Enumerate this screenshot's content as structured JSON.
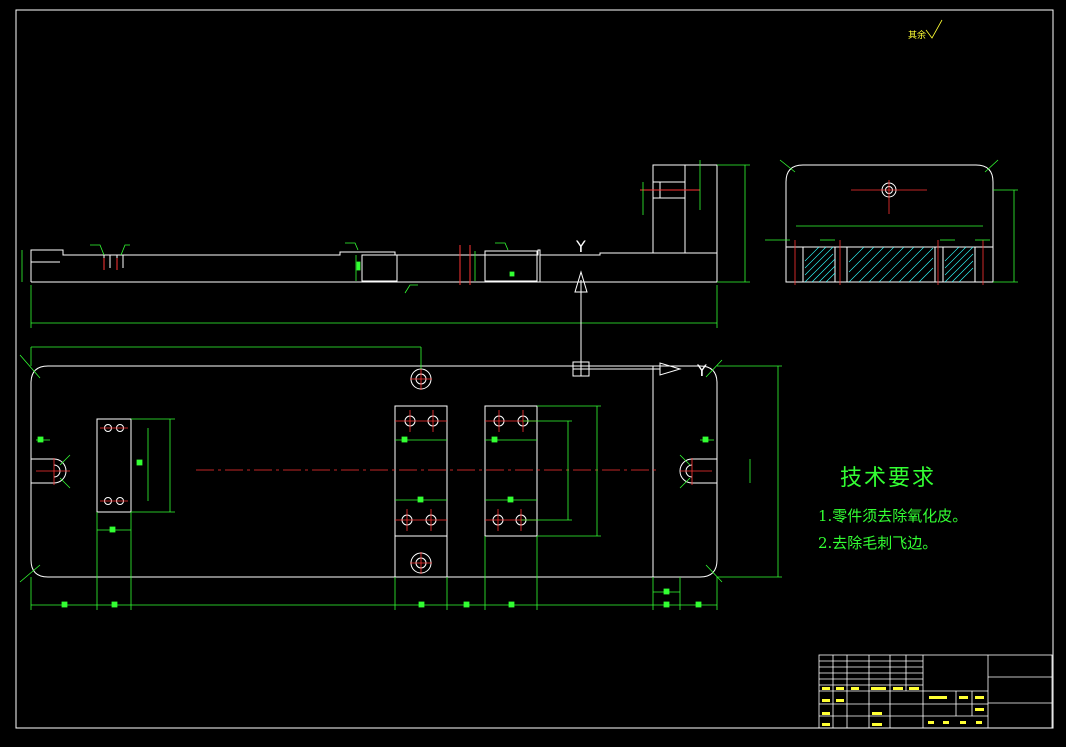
{
  "technical_requirements": {
    "title": "技术要求",
    "items": [
      "1.零件须去除氧化皮。",
      "2.去除毛刺飞边。"
    ]
  },
  "roughness_note": "其余",
  "section_labels": {
    "upper": "Y",
    "lower": "Y"
  },
  "colors": {
    "background": "#000000",
    "outline": "#ffffff",
    "dimension": "#33ff33",
    "center_line": "#ff3333",
    "hatch": "#33ffff",
    "note": "#ffff33"
  }
}
